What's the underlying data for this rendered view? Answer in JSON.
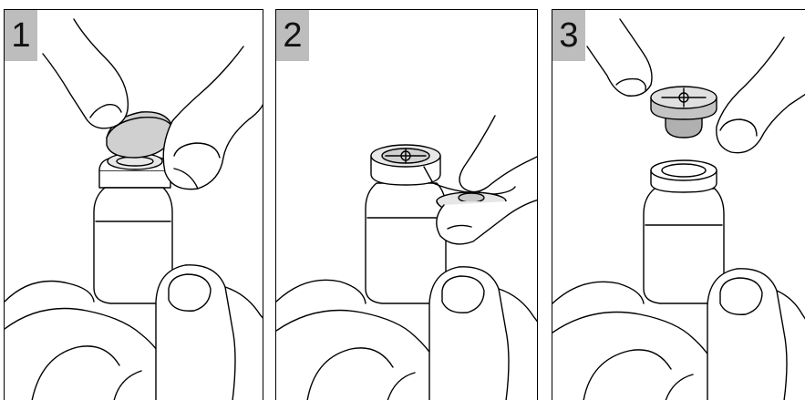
{
  "steps": [
    {
      "number": "1",
      "icon": "flip-off-vial-cap-icon"
    },
    {
      "number": "2",
      "icon": "tear-off-aluminum-seal-icon"
    },
    {
      "number": "3",
      "icon": "remove-rubber-stopper-icon"
    }
  ],
  "colors": {
    "badge_background": "#bdbdbd",
    "cap_gray": "#d0d0d0",
    "stopper_gray": "#b0b0b0",
    "outline": "#000000"
  }
}
